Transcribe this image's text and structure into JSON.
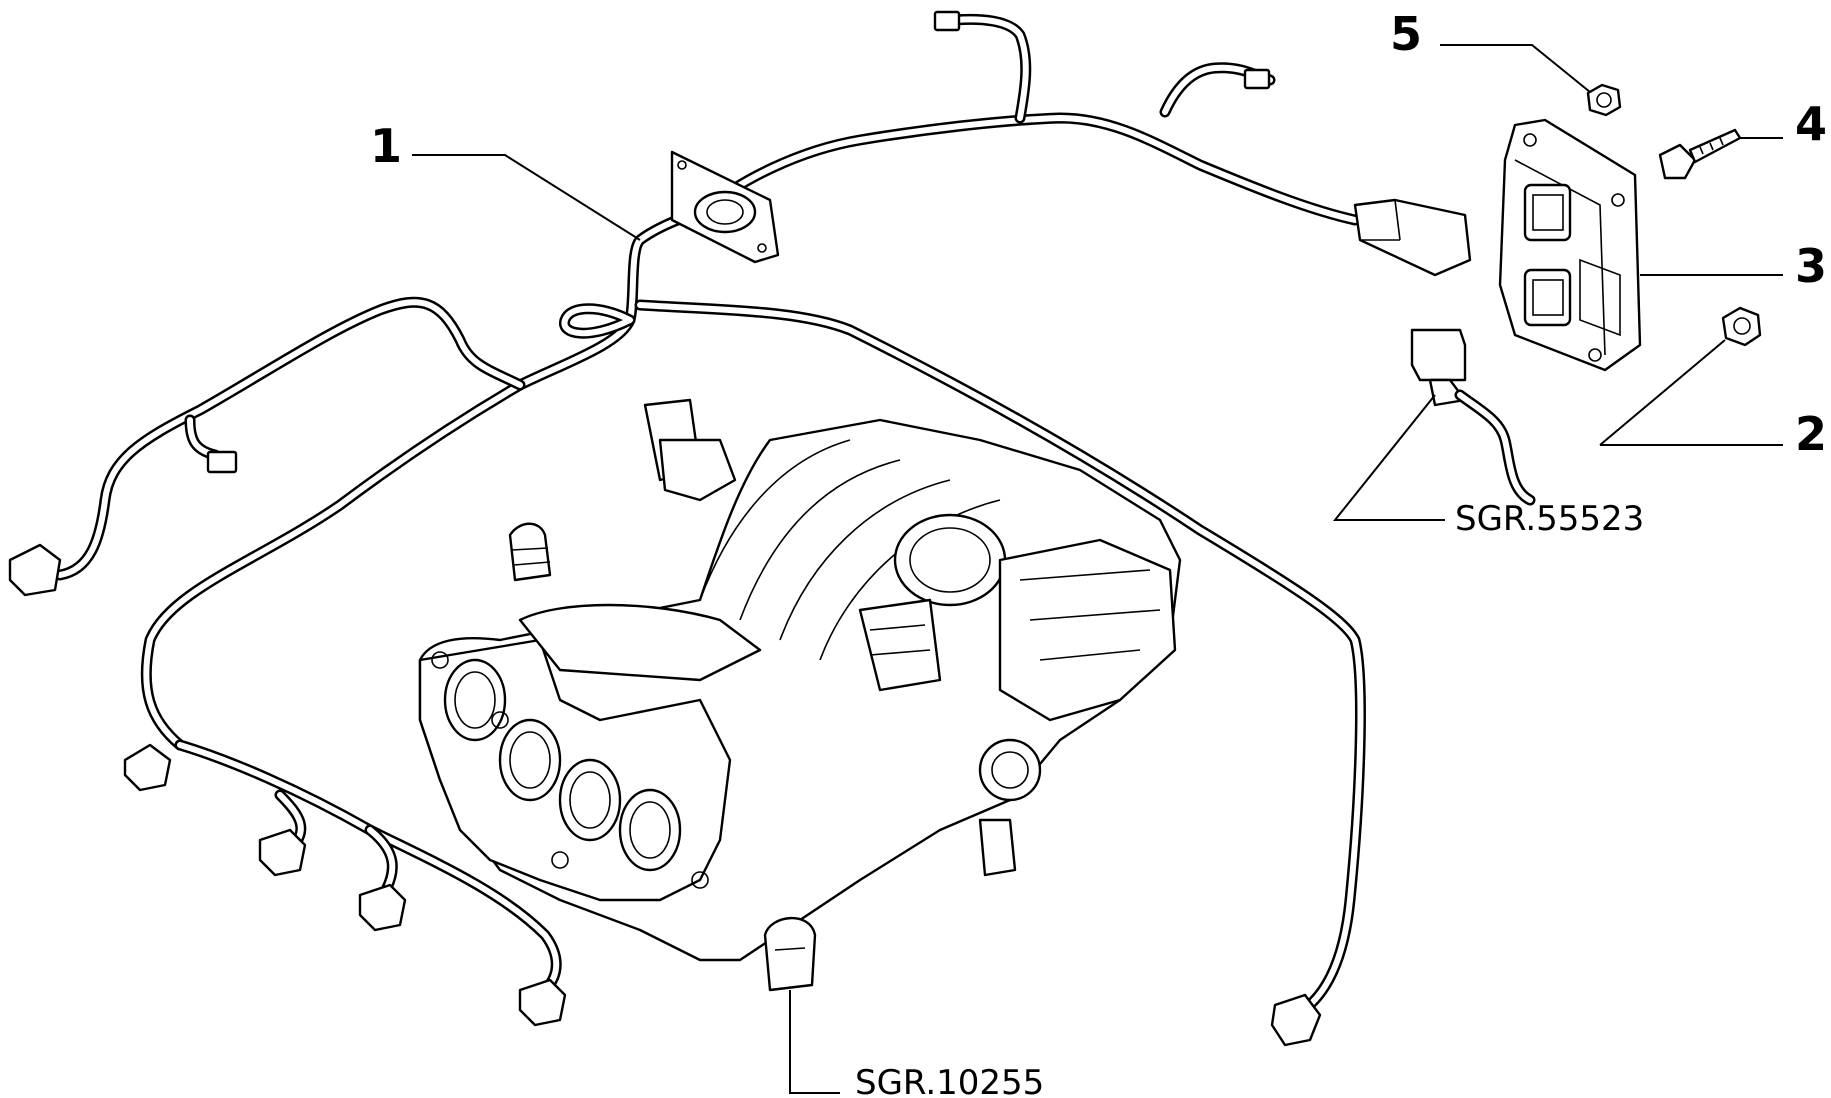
{
  "callouts": [
    {
      "id": "1",
      "label": "1"
    },
    {
      "id": "2",
      "label": "2"
    },
    {
      "id": "3",
      "label": "3"
    },
    {
      "id": "4",
      "label": "4"
    },
    {
      "id": "5",
      "label": "5"
    }
  ],
  "references": {
    "sensor": "SGR.55523",
    "manifold": "SGR.10255"
  }
}
